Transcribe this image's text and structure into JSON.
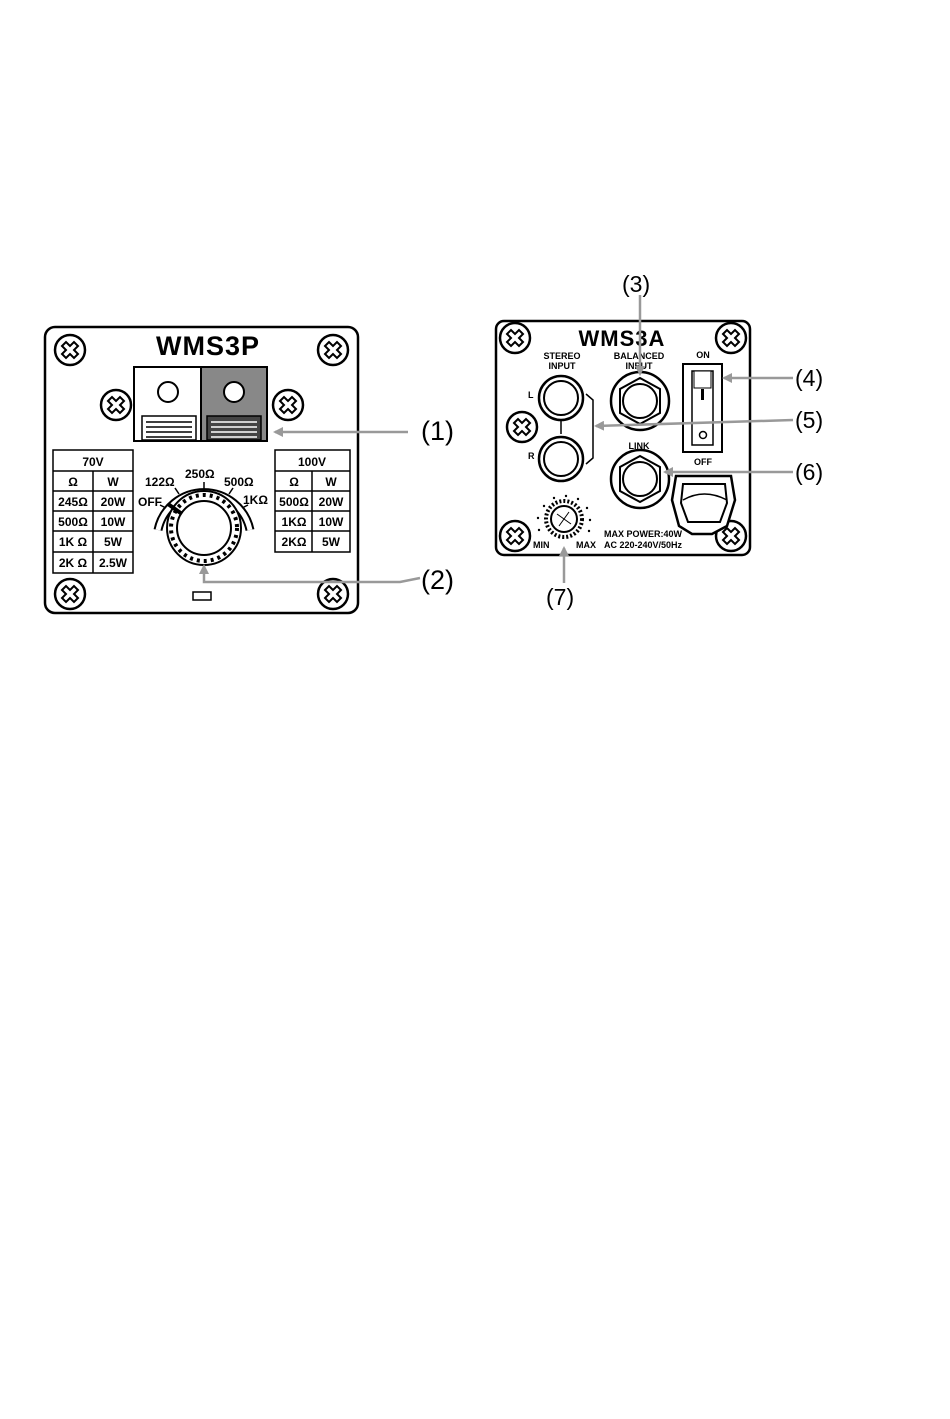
{
  "left_panel": {
    "title": "WMS3P",
    "table_70v": {
      "header": "70V",
      "col_ohm": "Ω",
      "col_w": "W",
      "rows": [
        [
          "245Ω",
          "20W"
        ],
        [
          "500Ω",
          "10W"
        ],
        [
          "1K Ω",
          "5W"
        ],
        [
          "2K Ω",
          "2.5W"
        ]
      ]
    },
    "table_100v": {
      "header": "100V",
      "col_ohm": "Ω",
      "col_w": "W",
      "rows": [
        [
          "500Ω",
          "20W"
        ],
        [
          "1KΩ",
          "10W"
        ],
        [
          "2KΩ",
          "5W"
        ]
      ]
    },
    "dial_labels": {
      "off": "OFF",
      "r122": "122Ω",
      "r250": "250Ω",
      "r500": "500Ω",
      "r1k": "1KΩ"
    }
  },
  "right_panel": {
    "title": "WMS3A",
    "stereo_input": "STEREO\nINPUT",
    "stereo_input_l1": "STEREO",
    "stereo_input_l2": "INPUT",
    "balanced_input_l1": "BALANCED",
    "balanced_input_l2": "INPUT",
    "ch_l": "L",
    "ch_r": "R",
    "link": "LINK",
    "on": "ON",
    "off": "OFF",
    "min": "MIN",
    "max": "MAX",
    "max_power": "MAX POWER:40W",
    "ac": "AC 220-240V/50Hz"
  },
  "callouts": [
    "(1)",
    "(2)",
    "(3)",
    "(4)",
    "(5)",
    "(6)",
    "(7)"
  ]
}
